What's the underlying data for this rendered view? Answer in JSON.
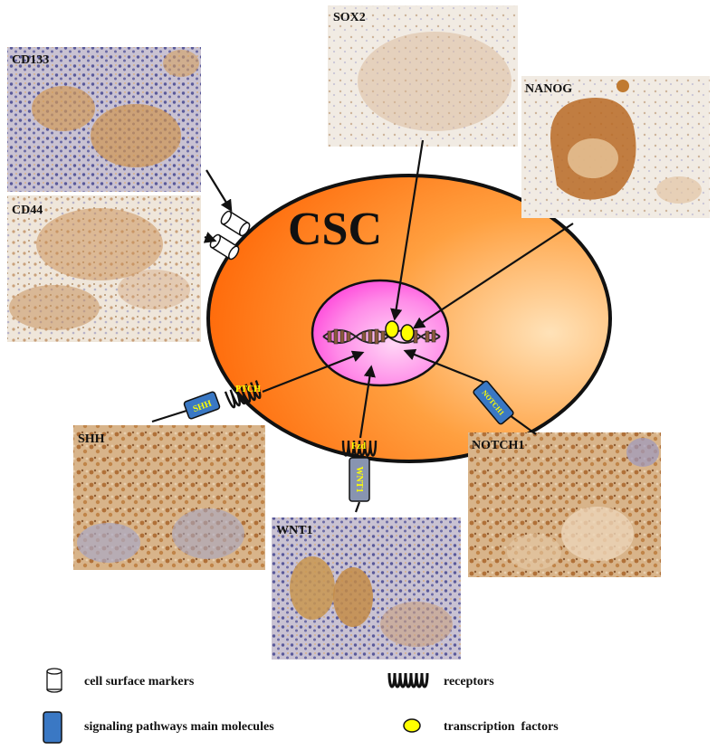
{
  "cell": {
    "label": "CSC"
  },
  "panels": {
    "cd133": "CD133",
    "cd44": "CD44",
    "sox2": "SOX2",
    "nanog": "NANOG",
    "shh": "SHH",
    "wnt1": "WNT1",
    "notch1": "NOTCH1"
  },
  "receptors": {
    "ptch": "PTCH",
    "fzd": "Fzd"
  },
  "molecules": {
    "shh": "SHH",
    "wnt1": "WNT1",
    "notch1": "NOTCH1"
  },
  "legend": {
    "cell_surface_markers": "cell surface markers",
    "receptors": "receptors",
    "signaling_molecules": "signaling pathways main molecules",
    "transcription_factors": "transcription  factors"
  },
  "colors": {
    "cell_orange": "#ff6a00",
    "cell_light": "#ffd9a8",
    "nucleus_pink": "#ff55e0",
    "molecule_blue": "#3a78c4",
    "tf_yellow": "#ffff00",
    "stain_brown": "#b87533",
    "stain_blue": "#8a86b8"
  }
}
